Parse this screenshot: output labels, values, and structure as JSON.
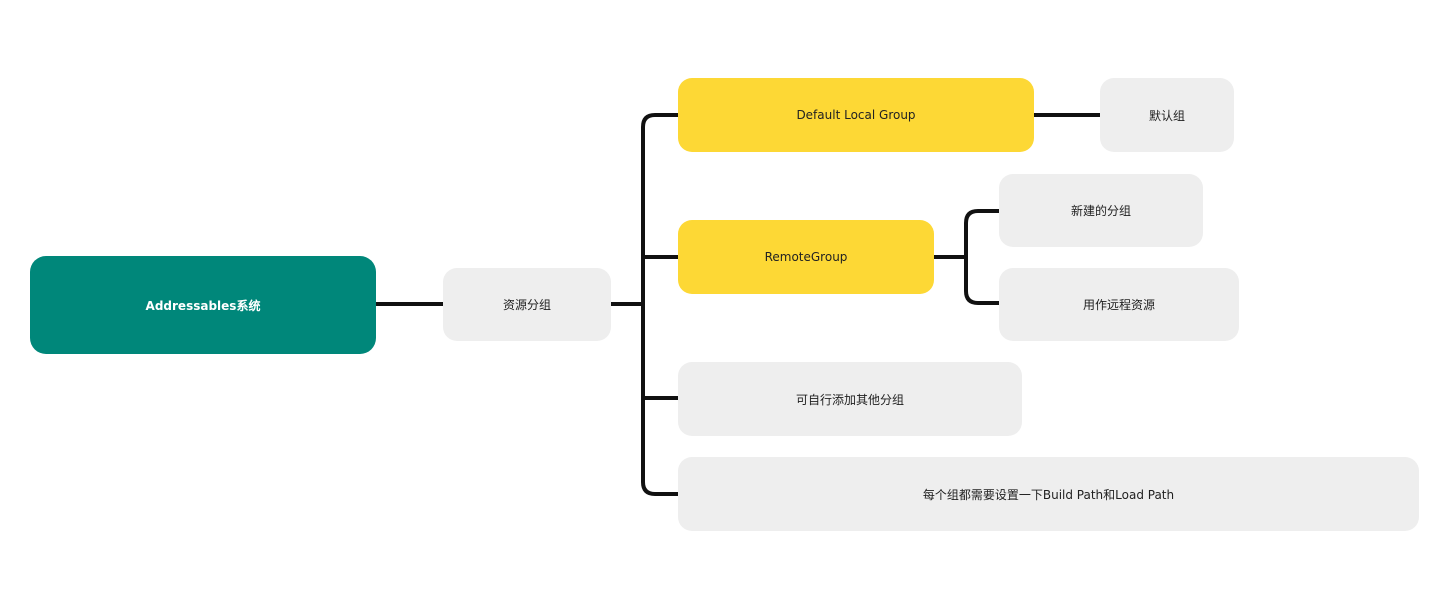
{
  "mindmap": {
    "root": {
      "label": "Addressables系统"
    },
    "branch": {
      "label": "资源分组"
    },
    "children": [
      {
        "id": "default",
        "label": "Default Local Group",
        "color": "#fdd835",
        "children": [
          "默认组"
        ]
      },
      {
        "id": "remote",
        "label": "RemoteGroup",
        "color": "#fdd835",
        "children": [
          "新建的分组",
          "用作远程资源"
        ]
      },
      {
        "id": "custom",
        "label": "可自行添加其他分组",
        "children": []
      },
      {
        "id": "paths",
        "label": "每个组都需要设置一下Build Path和Load Path",
        "children": []
      }
    ]
  },
  "colors": {
    "root_bg": "#00877a",
    "highlight_bg": "#fdd835",
    "node_bg": "#eeeeee",
    "connector": "#000000"
  }
}
